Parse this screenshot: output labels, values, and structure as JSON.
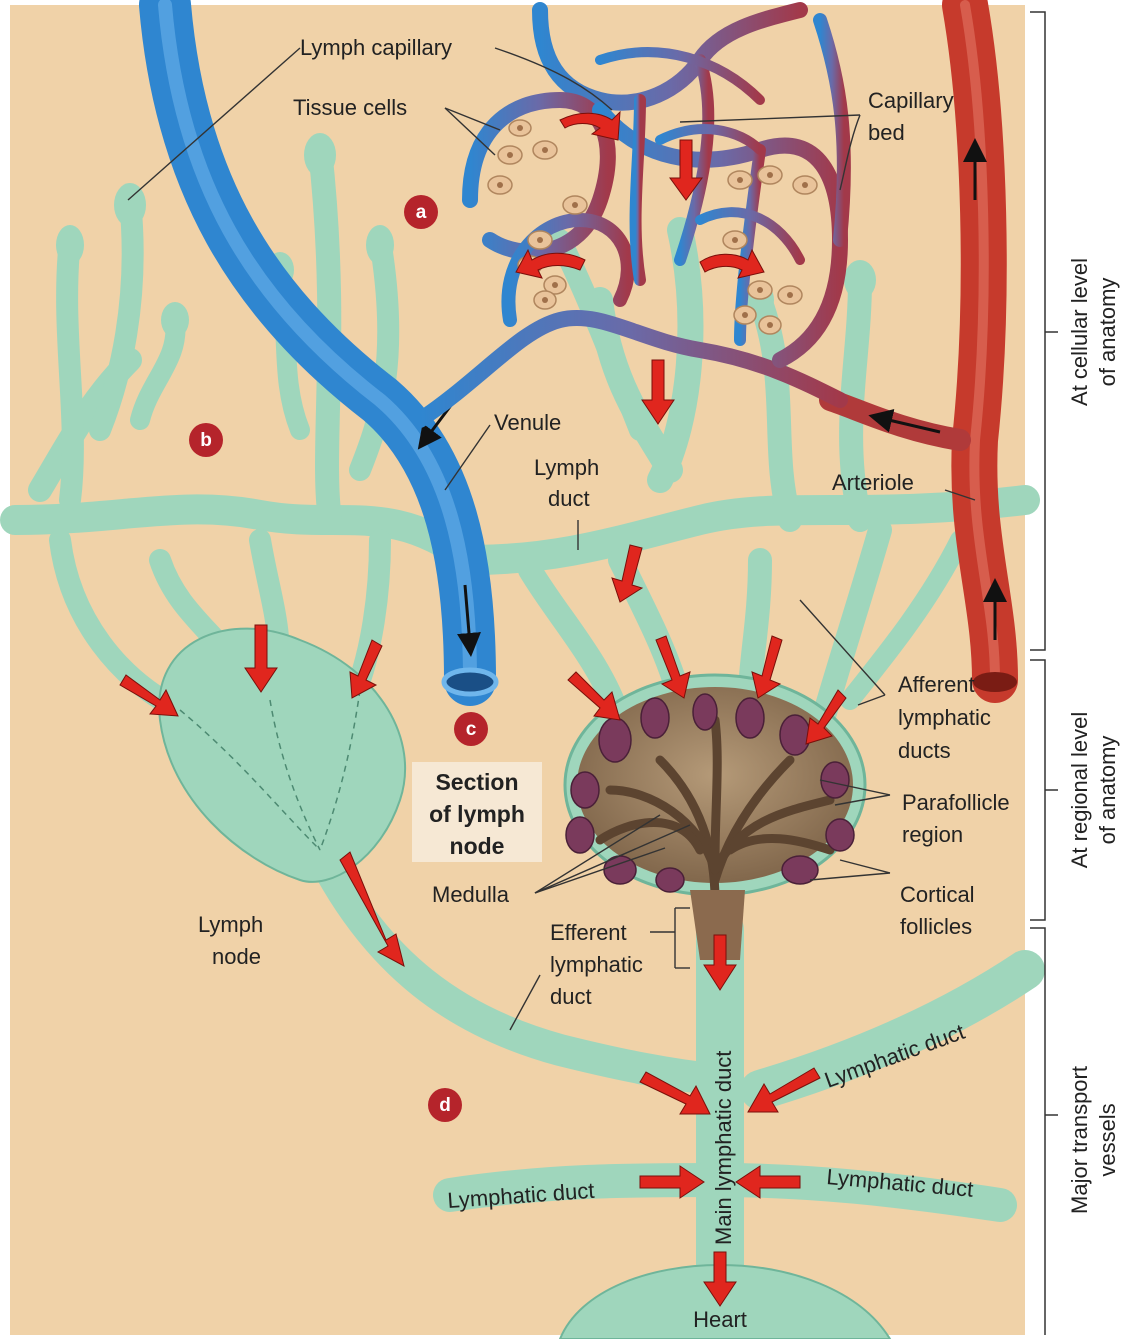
{
  "labels": {
    "lymph_capillary": "Lymph capillary",
    "tissue_cells": "Tissue cells",
    "capillary_bed_1": "Capillary",
    "capillary_bed_2": "bed",
    "venule": "Venule",
    "lymph_duct_1": "Lymph",
    "lymph_duct_2": "duct",
    "arteriole": "Arteriole",
    "afferent_1": "Afferent",
    "afferent_2": "lymphatic",
    "afferent_3": "ducts",
    "section_1": "Section",
    "section_2": "of lymph",
    "section_3": "node",
    "parafollicle_1": "Parafollicle",
    "parafollicle_2": "region",
    "medulla": "Medulla",
    "cortical_1": "Cortical",
    "cortical_2": "follicles",
    "efferent_1": "Efferent",
    "efferent_2": "lymphatic",
    "efferent_3": "duct",
    "lymph_node_1": "Lymph",
    "lymph_node_2": "node",
    "lymphatic_duct_right_upper": "Lymphatic duct",
    "lymphatic_duct_left": "Lymphatic duct",
    "lymphatic_duct_right_lower": "Lymphatic duct",
    "main_lymphatic_duct": "Main lymphatic duct",
    "heart": "Heart"
  },
  "markers": {
    "a": "a",
    "b": "b",
    "c": "c",
    "d": "d"
  },
  "side_labels": {
    "cellular_1": "At cellular level",
    "cellular_2": "of anatomy",
    "regional_1": "At regional level",
    "regional_2": "of anatomy",
    "transport_1": "Major transport",
    "transport_2": "vessels"
  },
  "colors": {
    "background": "#f0d2a8",
    "lymph": "#9fd6bc",
    "lymph_dark": "#6fb59a",
    "vein": "#2f86d0",
    "artery": "#c63a2c",
    "arrow": "#e0261e",
    "marker": "#b5242b",
    "node_interior": "#8b7355",
    "follicle": "#7a3a5c"
  }
}
